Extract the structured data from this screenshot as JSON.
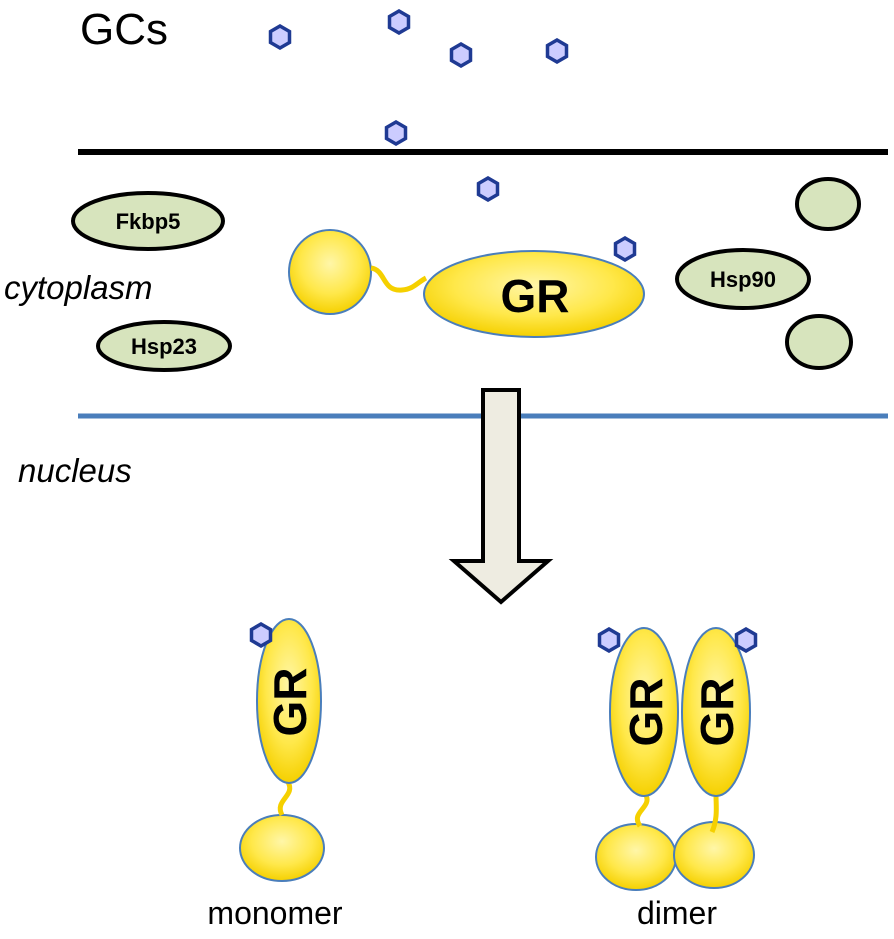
{
  "labels": {
    "gcs": "GCs",
    "cytoplasm": "cytoplasm",
    "nucleus": "nucleus",
    "monomer": "monomer",
    "dimer": "dimer"
  },
  "proteins": {
    "fkbp5": "Fkbp5",
    "hsp23": "Hsp23",
    "hsp90": "Hsp90",
    "gr": "GR"
  },
  "colors": {
    "cell_membrane": "#000000",
    "nuclear_membrane": "#4a7ebb",
    "gr_fill": "#ffe333",
    "gr_stroke": "#4a7ebb",
    "chaperone_fill": "#d7e4bd",
    "chaperone_stroke": "#000000",
    "ligand_fill": "#ccccff",
    "ligand_stroke": "#1f3a93",
    "arrow_fill": "#eeece1"
  },
  "icons": {
    "ligand": "hexagon-icon",
    "translocation": "down-arrow-icon"
  }
}
